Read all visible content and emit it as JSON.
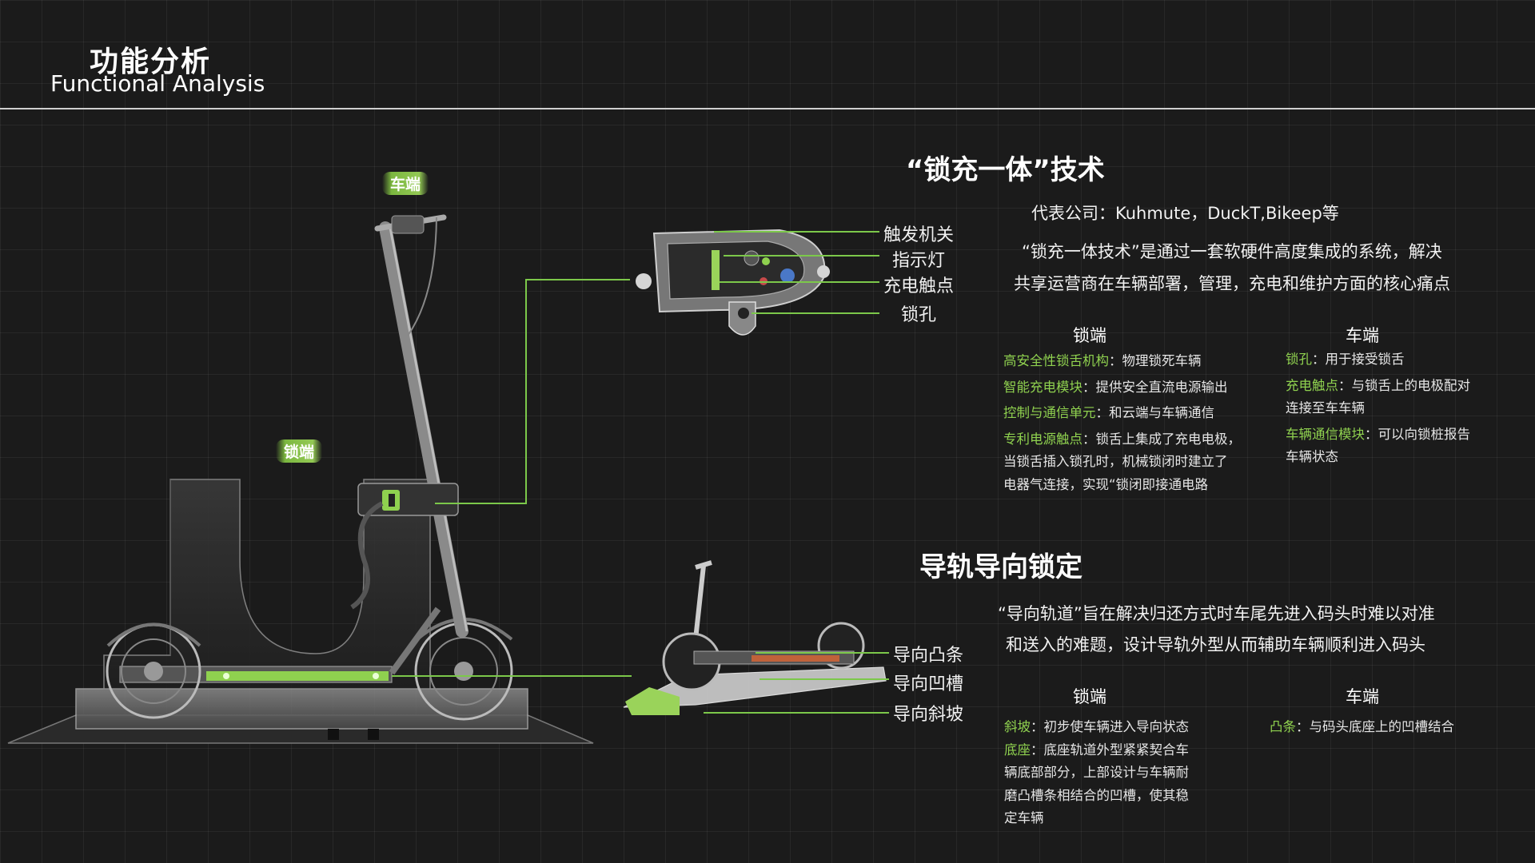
{
  "header": {
    "title_cn": "功能分析",
    "title_en": "Functional Analysis"
  },
  "tags": {
    "vehicle": "车端",
    "lock": "锁端"
  },
  "section1": {
    "title": "“锁充一体”技术",
    "companies": "代表公司：Kuhmute，DuckT,Bikeep等",
    "desc_line1": "“锁充一体技术”是通过一套软硬件高度集成的系统，解决",
    "desc_line2": "共享运营商在车辆部署，管理，充电和维护方面的核心痛点",
    "callouts": [
      "触发机关",
      "指示灯",
      "充电触点",
      "锁孔"
    ],
    "lock_col": {
      "heading": "锁端",
      "items": [
        {
          "key": "高安全性锁舌机构",
          "text": "：物理锁死车辆"
        },
        {
          "key": "智能充电模块",
          "text": "：提供安全直流电源输出"
        },
        {
          "key": "控制与通信单元",
          "text": "：和云端与车辆通信"
        },
        {
          "key": "专利电源触点",
          "text": "：锁舌上集成了充电电极，"
        }
      ],
      "cont": [
        "当锁舌插入锁孔时，机械锁闭时建立了",
        "电器气连接，实现“锁闭即接通电路"
      ]
    },
    "vehicle_col": {
      "heading": "车端",
      "items": [
        {
          "key": "锁孔",
          "text": "：用于接受锁舌"
        },
        {
          "key": "充电触点",
          "text": "：与锁舌上的电极配对"
        },
        {
          "key": "",
          "text": "连接至车车辆"
        },
        {
          "key": "车辆通信模块",
          "text": "：可以向锁桩报告"
        },
        {
          "key": "",
          "text": "车辆状态"
        }
      ]
    }
  },
  "section2": {
    "title": "导轨导向锁定",
    "desc_line1": "“导向轨道”旨在解决归还方式时车尾先进入码头时难以对准",
    "desc_line2": "和送入的难题，设计导轨外型从而辅助车辆顺利进入码头",
    "callouts": [
      "导向凸条",
      "导向凹槽",
      "导向斜坡"
    ],
    "lock_col": {
      "heading": "锁端",
      "items": [
        {
          "key": "斜坡",
          "text": "：初步使车辆进入导向状态"
        },
        {
          "key": "底座",
          "text": "：底座轨道外型紧紧契合车"
        }
      ],
      "cont": [
        "辆底部部分，上部设计与车辆耐",
        "磨凸槽条相结合的凹槽，使其稳",
        "定车辆"
      ]
    },
    "vehicle_col": {
      "heading": "车端",
      "items": [
        {
          "key": "凸条",
          "text": "：与码头底座上的凹槽结合"
        }
      ]
    }
  },
  "colors": {
    "accent": "#8fd14f",
    "line": "#7cc84a",
    "bg": "#1b1b1b"
  }
}
